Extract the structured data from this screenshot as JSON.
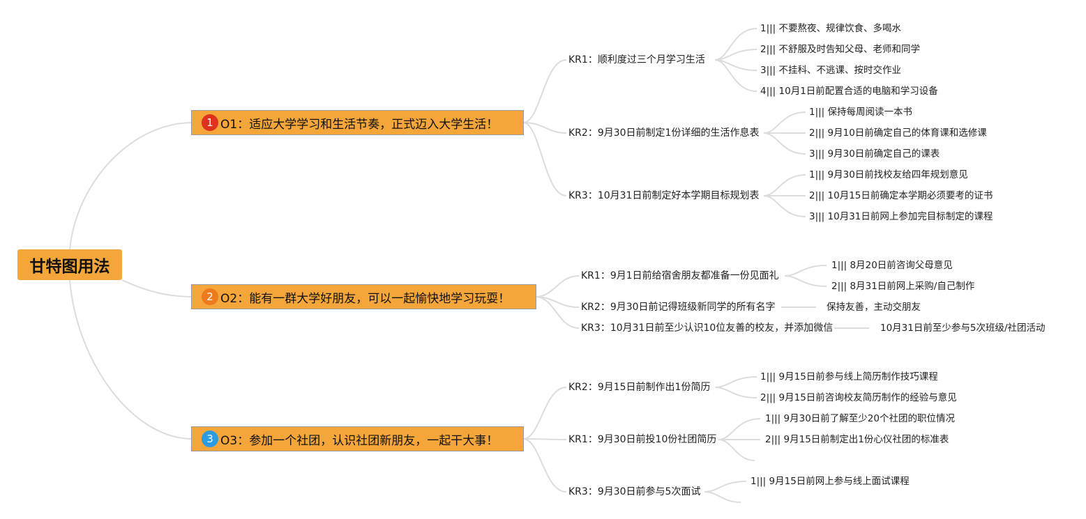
{
  "root": {
    "label": "甘特图用法",
    "color": "#f4a63a"
  },
  "objectives": [
    {
      "badge": "1",
      "badge_color": "#e0301e",
      "label": "O1：适应大学学习和生活节奏，正式迈入大学生活！"
    },
    {
      "badge": "2",
      "badge_color": "#ee7a1e",
      "label": "O2：能有一群大学好朋友，可以一起愉快地学习玩耍！"
    },
    {
      "badge": "3",
      "badge_color": "#2d9be0",
      "label": "O3：参加一个社团，认识社团新朋友，一起干大事！"
    }
  ],
  "key_results": {
    "o1": [
      {
        "label": "KR1：顺利度过三个月学习生活",
        "items": [
          "1||| 不要熬夜、规律饮食、多喝水",
          "2||| 不舒服及时告知父母、老师和同学",
          "3||| 不挂科、不逃课、按时交作业",
          "4||| 10月1日前配置合适的电脑和学习设备"
        ]
      },
      {
        "label": "KR2：9月30日前制定1份详细的生活作息表",
        "items": [
          "1||| 保持每周阅读一本书",
          "2||| 9月10日前确定自己的体育课和选修课",
          "3||| 9月30日前确定自己的课表"
        ]
      },
      {
        "label": "KR3：10月31日前制定好本学期目标规划表",
        "items": [
          "1||| 9月30日前找校友给四年规划意见",
          "2||| 10月15日前确定本学期必须要考的证书",
          "3||| 10月31日前网上参加完目标制定的课程"
        ]
      }
    ],
    "o2": [
      {
        "label": "KR1：9月1日前给宿舍朋友都准备一份见面礼",
        "items": [
          "1||| 8月20日前咨询父母意见",
          "2||| 8月31日前网上采购/自己制作"
        ]
      },
      {
        "label": "KR2：9月30日前记得班级新同学的所有名字",
        "items": [
          "保持友善，主动交朋友"
        ]
      },
      {
        "label": "KR3：10月31日前至少认识10位友善的校友，并添加微信",
        "items": [
          "10月31日前至少参与5次班级/社团活动"
        ]
      }
    ],
    "o3": [
      {
        "label": "KR2：9月15日前制作出1份简历",
        "items": [
          "1||| 9月15日前参与线上简历制作技巧课程",
          "2||| 9月15日前咨询校友简历制作的经验与意见"
        ]
      },
      {
        "label": "KR1：9月30日前投10份社团简历",
        "items": [
          "1||| 9月30日前了解至少20个社团的职位情况",
          "2||| 9月15日前制定出1份心仪社团的标准表"
        ]
      },
      {
        "label": "KR3：9月30日前参与5次面试",
        "items": [
          "1||| 9月15日前网上参与线上面试课程"
        ]
      }
    ]
  }
}
